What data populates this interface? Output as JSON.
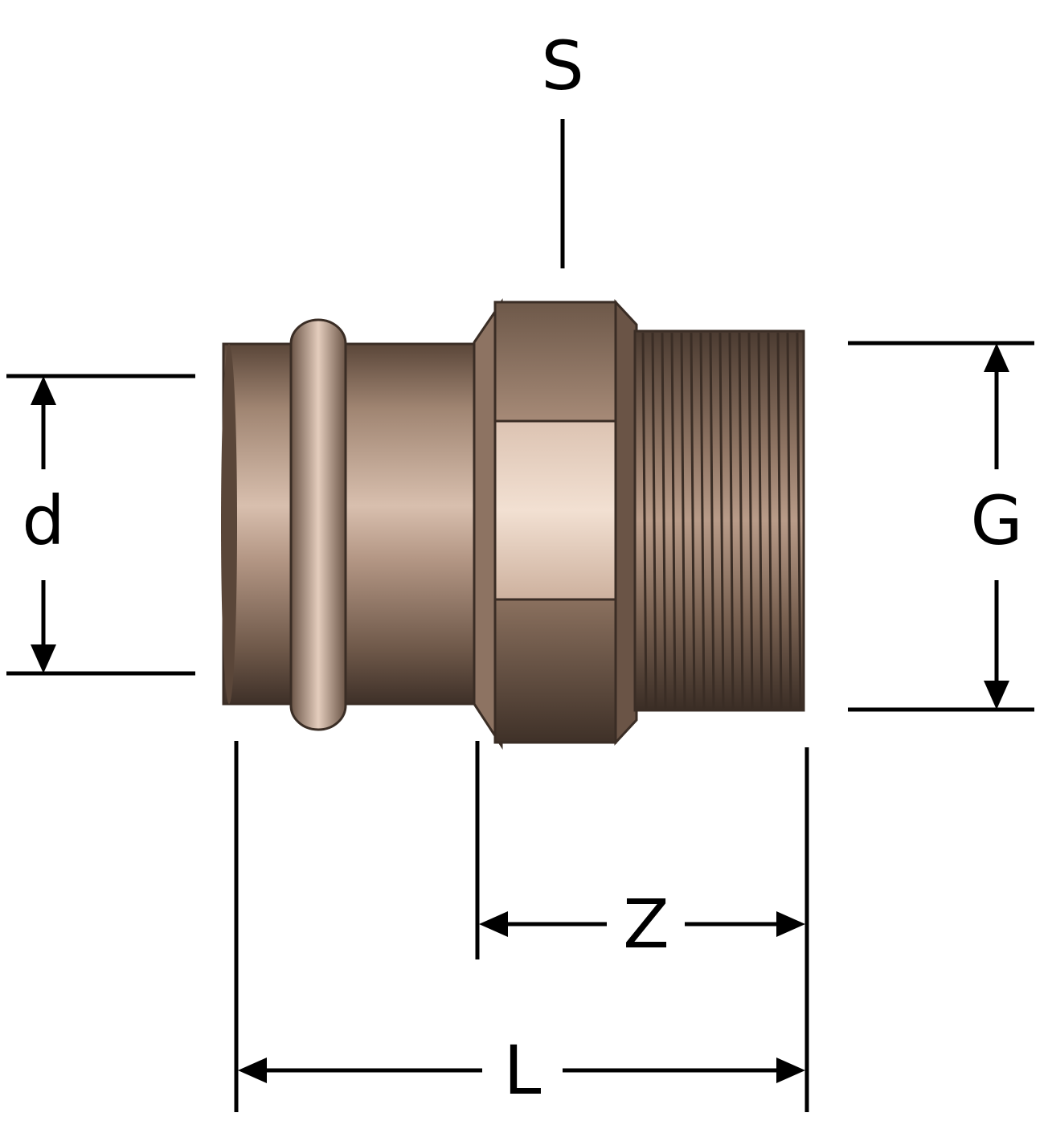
{
  "labels": {
    "s": "S",
    "d": "d",
    "g": "G",
    "z": "Z",
    "l": "L"
  },
  "colors": {
    "line": "#000000",
    "metal_light": "#e9d2c2",
    "metal_mid": "#a58a78",
    "metal_dark": "#4a3a30",
    "background": "#ffffff"
  }
}
